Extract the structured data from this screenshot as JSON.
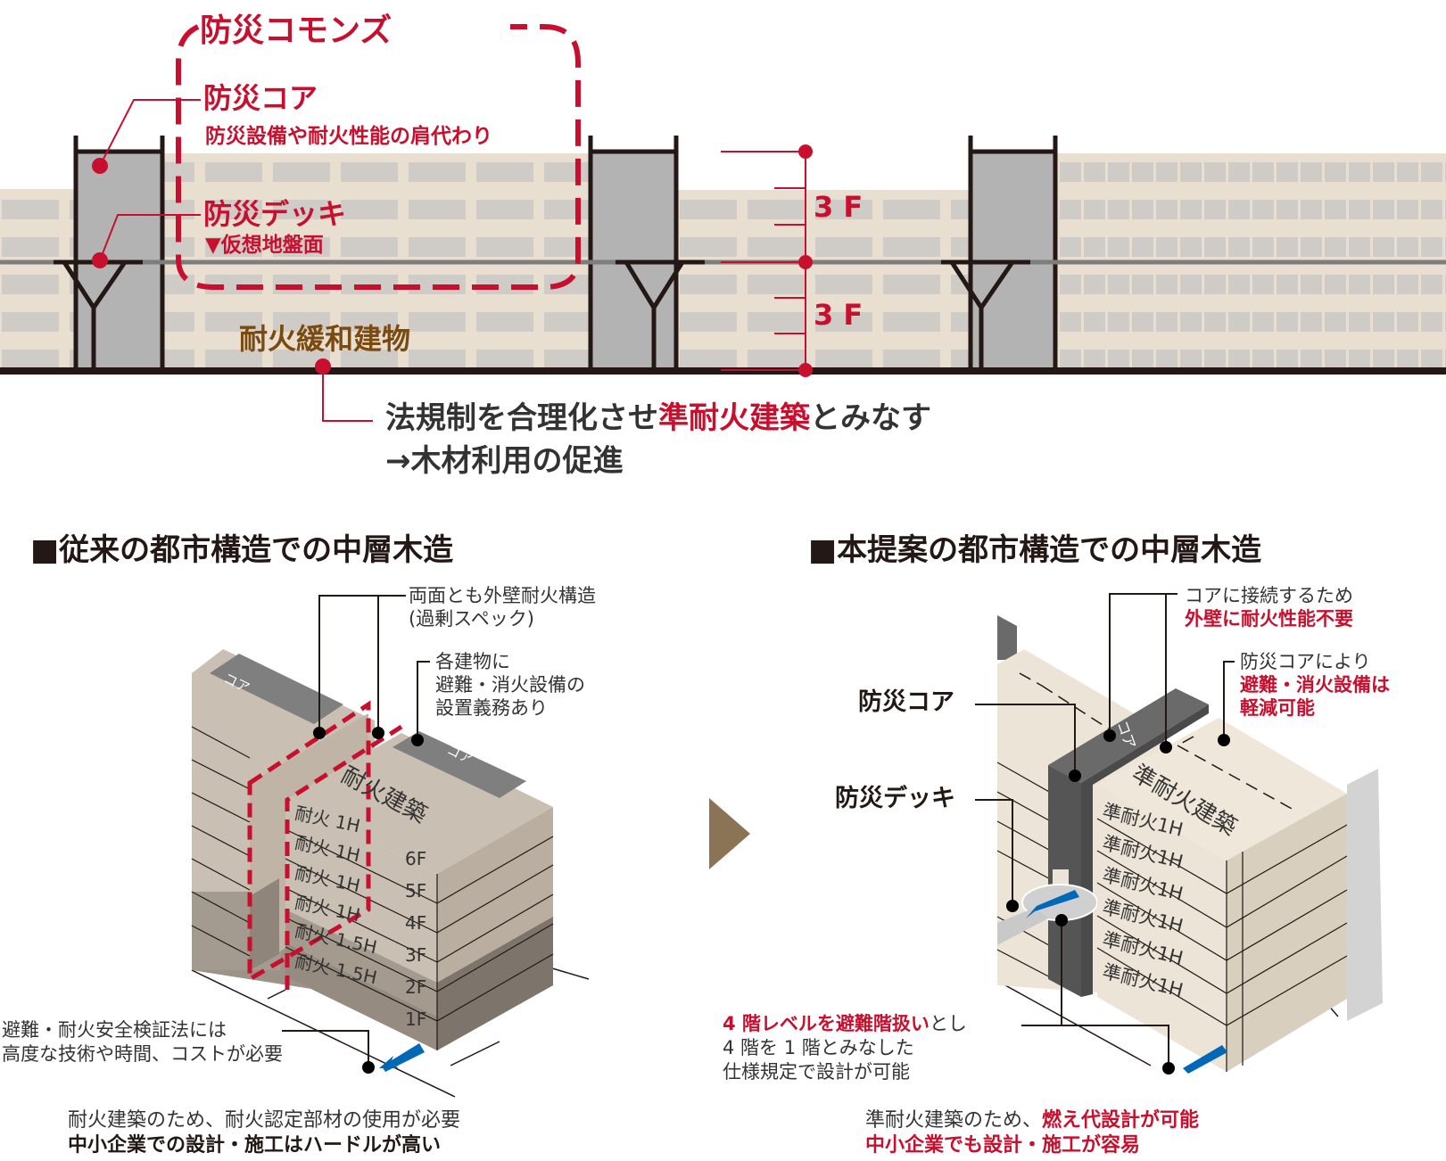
{
  "colors": {
    "accent_red": "#c8102e",
    "brown_label": "#7a4a10",
    "dark": "#231815",
    "building_beige": "#e8dfd0",
    "window_gray": "#cfcbc6",
    "core_gray": "#b3b3b3",
    "arrow_blue": "#0068b7",
    "triangle_brown": "#8b7355"
  },
  "top_section": {
    "commons_label": "防災コモンズ",
    "core_label": "防災コア",
    "core_desc": "防災設備や耐火性能の肩代わり",
    "deck_label": "防災デッキ",
    "virtual_ground": "▼仮想地盤面",
    "relaxed_building": "耐火緩和建物",
    "floor_upper": "3 F",
    "floor_lower": "3 F",
    "law_line1_a": "法規制を合理化させ",
    "law_line1_b": "準耐火建築",
    "law_line1_c": "とみなす",
    "law_line2": "→木材利用の促進"
  },
  "left_panel": {
    "title": "■従来の都市構造での中層木造",
    "callout_walls_1": "両面とも外壁耐火構造",
    "callout_walls_2": "(過剰スペック)",
    "callout_each_1": "各建物に",
    "callout_each_2": "避難・消火設備の",
    "callout_each_3": "設置義務あり",
    "core_tag_back": "コア",
    "core_tag_front": "コア",
    "building_roof_label": "耐火建築",
    "floors": [
      {
        "rating": "耐火 1H",
        "floor": "6F"
      },
      {
        "rating": "耐火 1H",
        "floor": "5F"
      },
      {
        "rating": "耐火 1H",
        "floor": "4F"
      },
      {
        "rating": "耐火 1H",
        "floor": "3F"
      },
      {
        "rating": "耐火 1.5H",
        "floor": "2F"
      },
      {
        "rating": "耐火 1.5H",
        "floor": "1F"
      }
    ],
    "verification_1": "避難・耐火安全検証法には",
    "verification_2": "高度な技術や時間、コストが必要",
    "summary_1": "耐火建築のため、耐火認定部材の使用が必要",
    "summary_2": "中小企業での設計・施工はハードルが高い"
  },
  "right_panel": {
    "title": "■本提案の都市構造での中層木造",
    "callout_connect_1": "コアに接続するため",
    "callout_connect_2": "外壁に耐火性能不要",
    "callout_reduce_1": "防災コアにより",
    "callout_reduce_2": "避難・消火設備は",
    "callout_reduce_3": "軽減可能",
    "label_core": "防災コア",
    "label_deck": "防災デッキ",
    "core_tag": "コア",
    "building_roof_label": "準耐火建築",
    "floors": [
      "準耐火1H",
      "準耐火1H",
      "準耐火1H",
      "準耐火1H",
      "準耐火1H",
      "準耐火1H"
    ],
    "evac_1a": "4 階レベルを避難階扱い",
    "evac_1b": "とし",
    "evac_2": "4 階を 1 階とみなした",
    "evac_3": "仕様規定で設計が可能",
    "summary_1a": "準耐火建築のため、",
    "summary_1b": "燃え代設計が可能",
    "summary_2": "中小企業でも設計・施工が容易"
  }
}
